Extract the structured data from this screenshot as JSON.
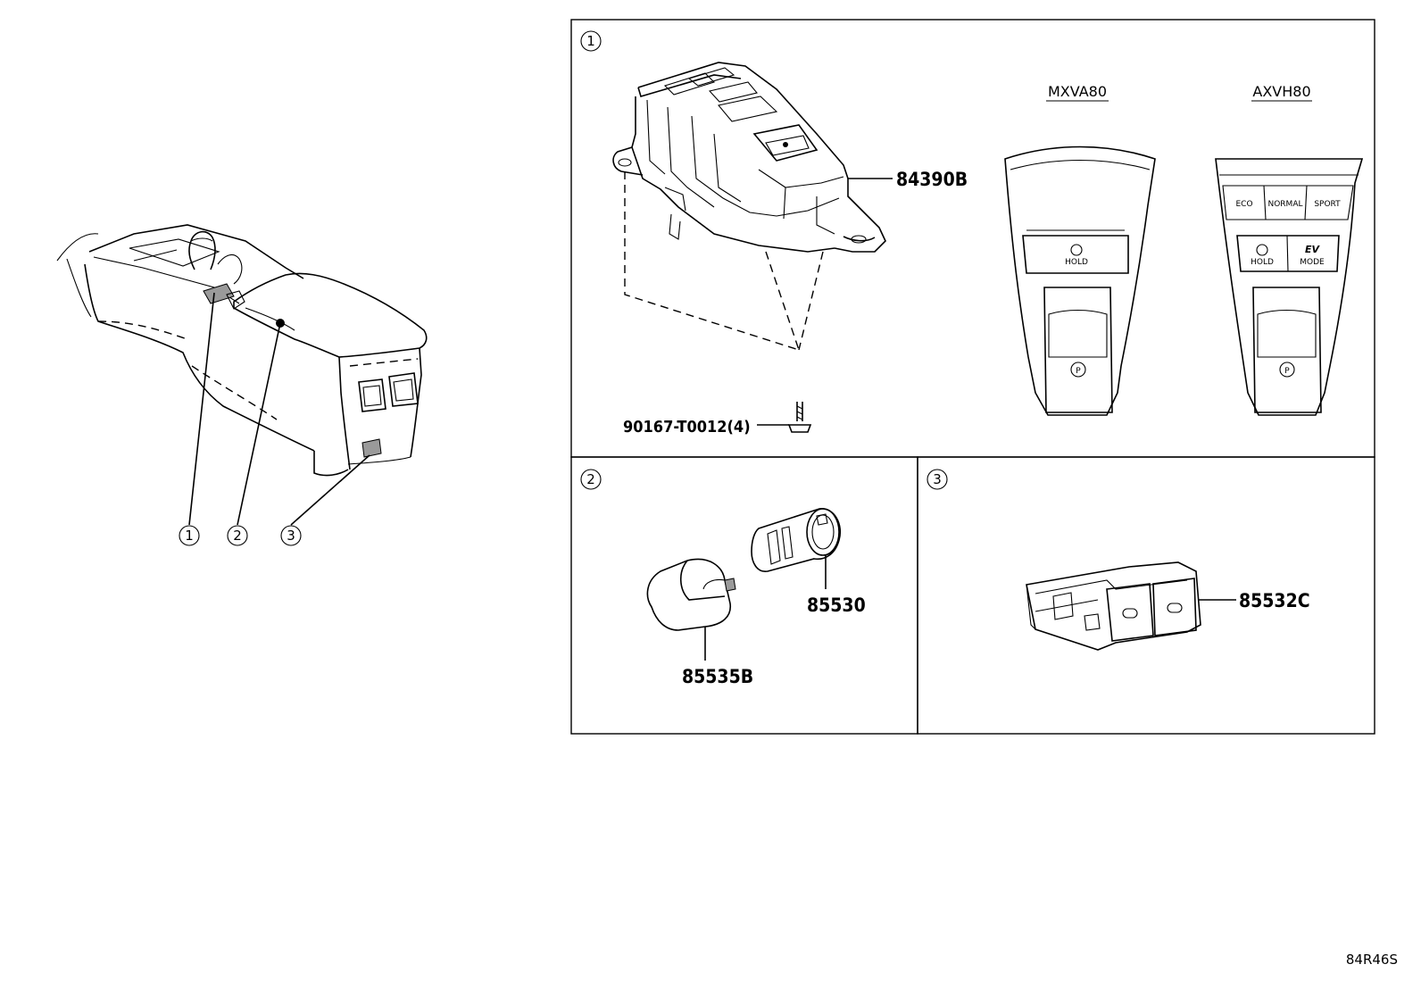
{
  "overview": {
    "callouts": [
      "1",
      "2",
      "3"
    ]
  },
  "panel1": {
    "number": "1",
    "part_shift": "84390B",
    "part_screw": "90167-T0012(4)",
    "variant_left": {
      "model": "MXVA80",
      "hold_label": "HOLD",
      "park_label": "P"
    },
    "variant_right": {
      "model": "AXVH80",
      "mode_buttons": [
        "ECO",
        "NORMAL",
        "SPORT"
      ],
      "hold_label": "HOLD",
      "ev_label": "EV",
      "ev_sub": "MODE",
      "park_label": "P"
    }
  },
  "panel2": {
    "number": "2",
    "part_socket": "85530",
    "part_cap": "85535B"
  },
  "panel3": {
    "number": "3",
    "part_switch": "85532C"
  },
  "diagram_code": "84R46S"
}
